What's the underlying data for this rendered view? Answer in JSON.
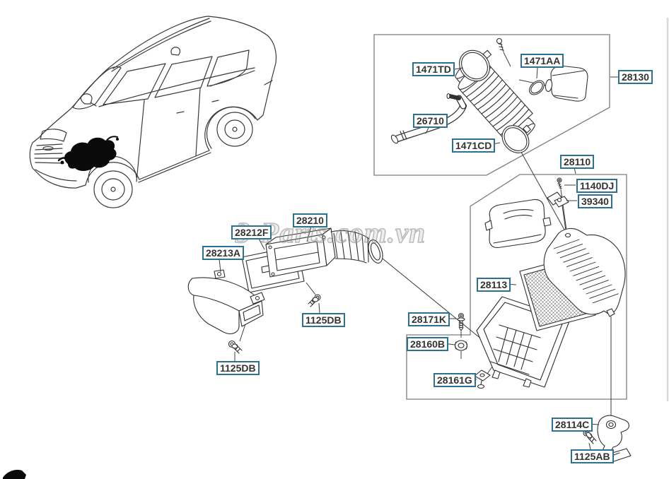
{
  "watermark": "3-Parts.com.vn",
  "parts": {
    "28130": "28130",
    "1471TD": "1471TD",
    "1471AA": "1471AA",
    "26710": "26710",
    "1471CD": "1471CD",
    "28110": "28110",
    "1140DJ": "1140DJ",
    "39340": "39340",
    "28113": "28113",
    "28210": "28210",
    "28212F": "28212F",
    "28213A": "28213A",
    "1125DB": "1125DB",
    "28171K": "28171K",
    "28160B": "28160B",
    "28161G": "28161G",
    "28114C": "28114C",
    "1125AB": "1125AB"
  },
  "colors": {
    "label_border": "#2c7093",
    "label_text": "#333333",
    "part_line": "#2f2f2f",
    "section_box": "#7d7d7d",
    "watermark": "#b0b0b0",
    "engine_highlight": "#0a0a0a"
  }
}
